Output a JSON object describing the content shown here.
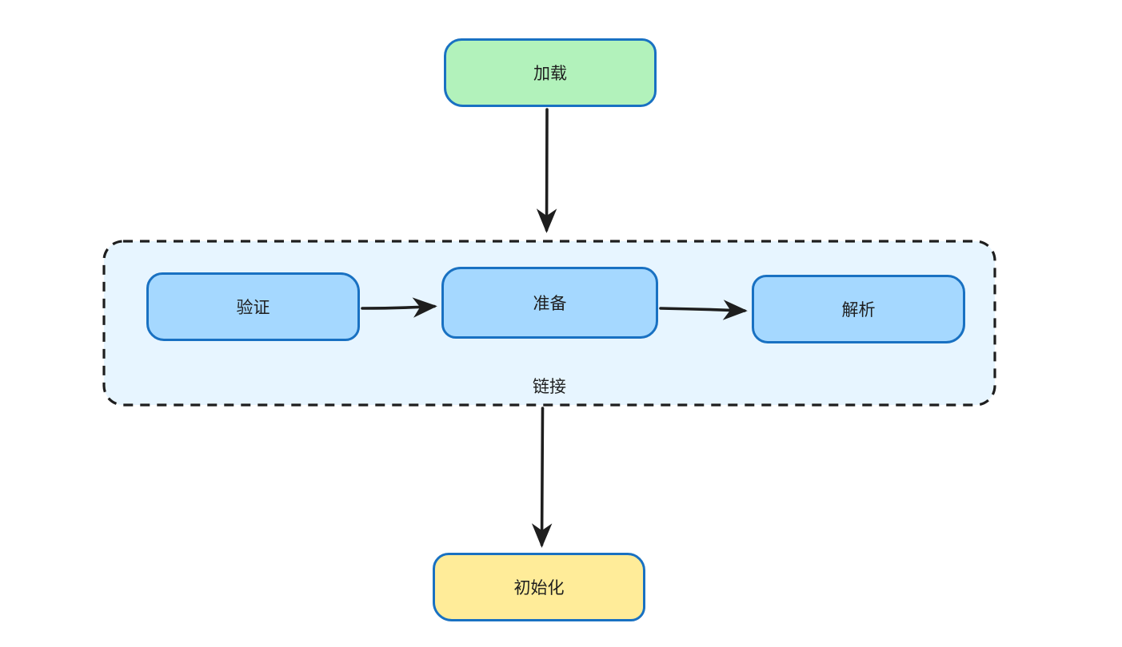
{
  "canvas": {
    "background": "#ffffff"
  },
  "diagram": {
    "type": "flowchart",
    "nodes": {
      "load": {
        "label": "加载",
        "fill": "#b2f2bb",
        "stroke": "#1971c2",
        "text_color": "#1e1e1e"
      },
      "link_group": {
        "label": "链接",
        "fill": "#e7f5ff",
        "stroke": "#1e1e1e",
        "stroke_style": "dashed",
        "text_color": "#1e1e1e"
      },
      "verify": {
        "label": "验证",
        "fill": "#a5d8ff",
        "stroke": "#1971c2",
        "text_color": "#1e1e1e"
      },
      "prepare": {
        "label": "准备",
        "fill": "#a5d8ff",
        "stroke": "#1971c2",
        "text_color": "#1e1e1e"
      },
      "resolve": {
        "label": "解析",
        "fill": "#a5d8ff",
        "stroke": "#1971c2",
        "text_color": "#1e1e1e"
      },
      "init": {
        "label": "初始化",
        "fill": "#ffec99",
        "stroke": "#1971c2",
        "text_color": "#1e1e1e"
      }
    },
    "edges": [
      {
        "from": "load",
        "to": "link_group"
      },
      {
        "from": "verify",
        "to": "prepare"
      },
      {
        "from": "prepare",
        "to": "resolve"
      },
      {
        "from": "link_group",
        "to": "init"
      }
    ],
    "edge_color": "#1e1e1e"
  }
}
